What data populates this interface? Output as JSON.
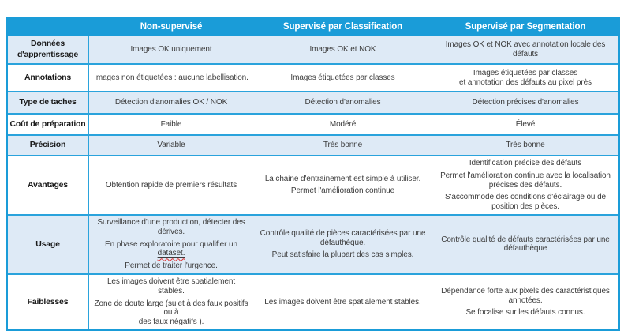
{
  "colors": {
    "accent_blue": "#1a9cd8",
    "border_blue": "#2aa3dc",
    "row_alt_bg": "#deeaf6",
    "header_text": "#ffffff",
    "body_text": "#3c3c3c",
    "squiggle_red": "#e03131"
  },
  "table": {
    "headers": [
      "",
      "Non-supervisé",
      "Supervisé par Classification",
      "Supervisé par Segmentation"
    ],
    "misspelled_word": "dataset.",
    "rows": [
      {
        "label": "Données\nd'apprentissage",
        "cells": [
          [
            "Images OK uniquement"
          ],
          [
            "Images OK et NOK"
          ],
          [
            "Images OK et NOK avec annotation locale des défauts"
          ]
        ]
      },
      {
        "label": "Annotations",
        "cells": [
          [
            "Images non étiquetées : aucune labellisation."
          ],
          [
            "Images étiquetées par classes"
          ],
          [
            "Images étiquetées par classes\net annotation des défauts au pixel près"
          ]
        ]
      },
      {
        "label": "Type de taches",
        "cells": [
          [
            "Détection d'anomalies OK / NOK"
          ],
          [
            "Détection d'anomalies"
          ],
          [
            "Détection précises d'anomalies"
          ]
        ]
      },
      {
        "label": "Coût de préparation",
        "cells": [
          [
            "Faible"
          ],
          [
            "Modéré"
          ],
          [
            "Élevé"
          ]
        ]
      },
      {
        "label": "Précision",
        "cells": [
          [
            "Variable"
          ],
          [
            "Très bonne"
          ],
          [
            "Très bonne"
          ]
        ]
      },
      {
        "label": "Avantages",
        "cells": [
          [
            "Obtention rapide de premiers résultats"
          ],
          [
            "La chaine d'entrainement est simple à utiliser.",
            "Permet l'amélioration continue"
          ],
          [
            "Identification précise des défauts",
            "Permet l'amélioration continue avec la localisation précises des défauts.",
            "S'accommode des conditions d'éclairage ou de position des pièces."
          ]
        ]
      },
      {
        "label": "Usage",
        "cells": [
          [
            "Surveillance d'une production, détecter des\ndérives.",
            "En phase exploratoire pour qualifier un ",
            "Permet de traiter l'urgence."
          ],
          [
            "Contrôle qualité de pièces caractérisées par une défauthèque.",
            "Peut satisfaire la plupart des cas simples."
          ],
          [
            "Contrôle qualité de défauts caractérisées par une défauthèque"
          ]
        ]
      },
      {
        "label": "Faiblesses",
        "cells": [
          [
            "Les images doivent être spatialement stables.",
            "Zone de doute large (sujet à des faux positifs ou à\ndes faux négatifs )."
          ],
          [
            "Les images doivent être spatialement stables."
          ],
          [
            "Dépendance forte aux pixels des caractéristiques annotées.",
            "Se focalise sur les défauts connus."
          ]
        ]
      }
    ]
  }
}
